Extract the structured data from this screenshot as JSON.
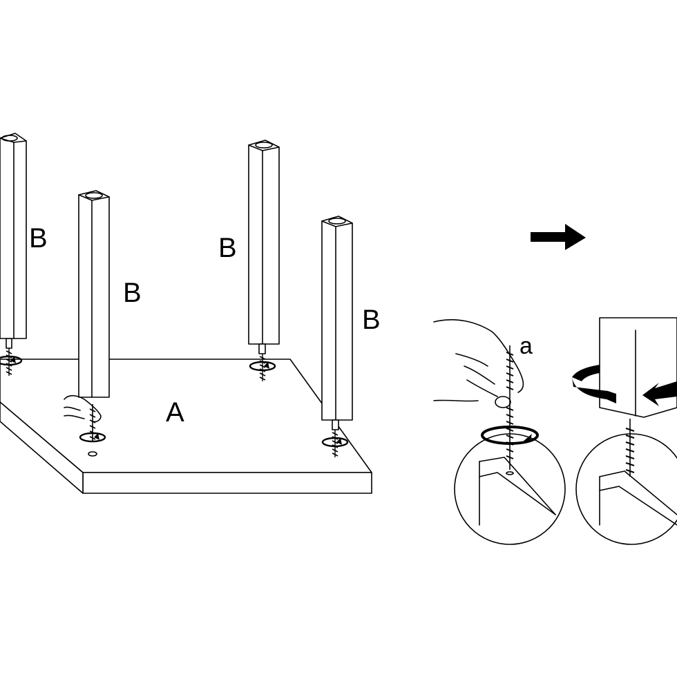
{
  "labels": {
    "tabletop": "A",
    "leg": "B",
    "screw": "a"
  }
}
